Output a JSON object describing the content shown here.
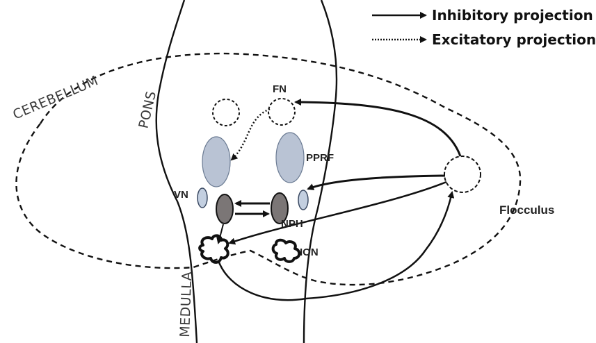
{
  "legend": {
    "inhibitory": "Inhibitory projection",
    "excitatory": "Excitatory projection"
  },
  "regions": {
    "cerebellum": "CEREBELLUM",
    "pons": "PONS",
    "medulla": "MEDULLA",
    "flocculus": "Flocculus"
  },
  "nuclei": {
    "fn": "FN",
    "pprf": "PPRF",
    "vn": "VN",
    "nph": "NPH",
    "ion": "ION"
  },
  "colors": {
    "line": "#111111",
    "pprf_fill": "#b9c3d4",
    "vn_fill": "#c3cfe0",
    "nph_fill": "#7b7676",
    "region_text": "#3a3a3a"
  }
}
